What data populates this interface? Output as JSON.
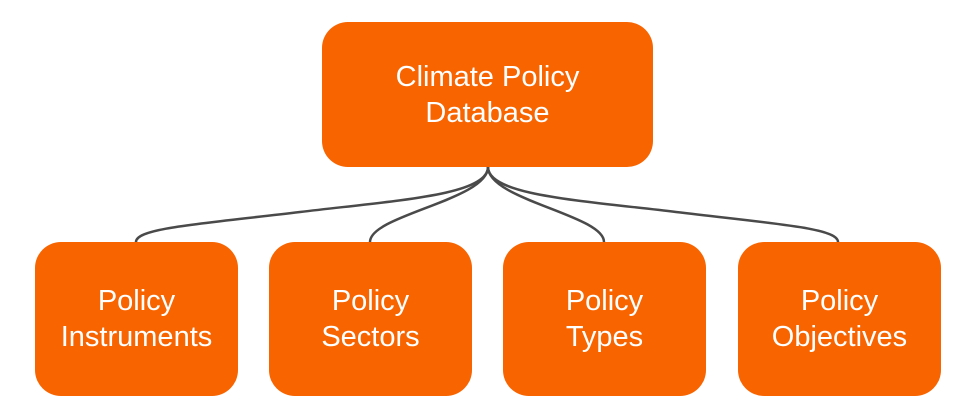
{
  "root": {
    "line1": "Climate Policy",
    "line2": "Database"
  },
  "children": [
    {
      "line1": "Policy",
      "line2": "Instruments"
    },
    {
      "line1": "Policy",
      "line2": "Sectors"
    },
    {
      "line1": "Policy",
      "line2": "Types"
    },
    {
      "line1": "Policy",
      "line2": "Objectives"
    }
  ],
  "colors": {
    "box": "#F86400",
    "connector": "#4a4a4a",
    "text": "#ffffff"
  }
}
